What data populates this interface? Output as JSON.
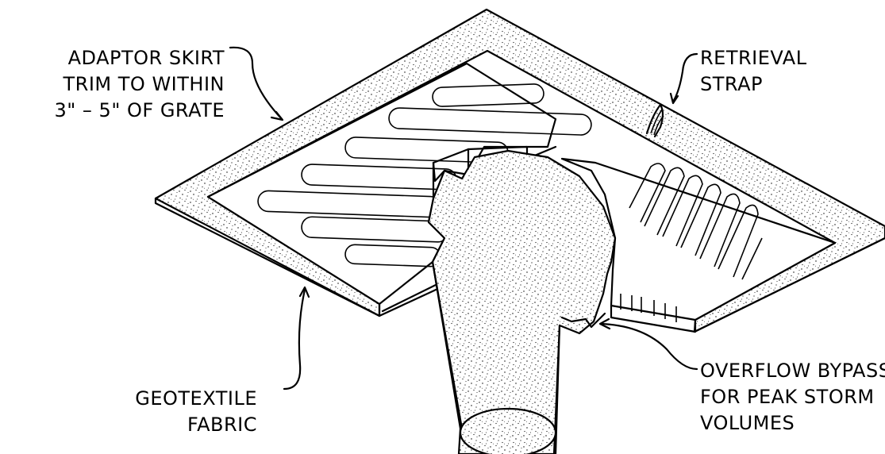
{
  "labels": {
    "adaptor_skirt": [
      "ADAPTOR SKIRT",
      "TRIM TO WITHIN",
      "3\" – 5\" OF GRATE"
    ],
    "retrieval_strap": [
      "RETRIEVAL",
      "STRAP"
    ],
    "geotextile_fabric": [
      "GEOTEXTILE",
      "FABRIC"
    ],
    "overflow_bypass": [
      "OVERFLOW BYPASS",
      "FOR PEAK STORM",
      "VOLUMES"
    ]
  }
}
